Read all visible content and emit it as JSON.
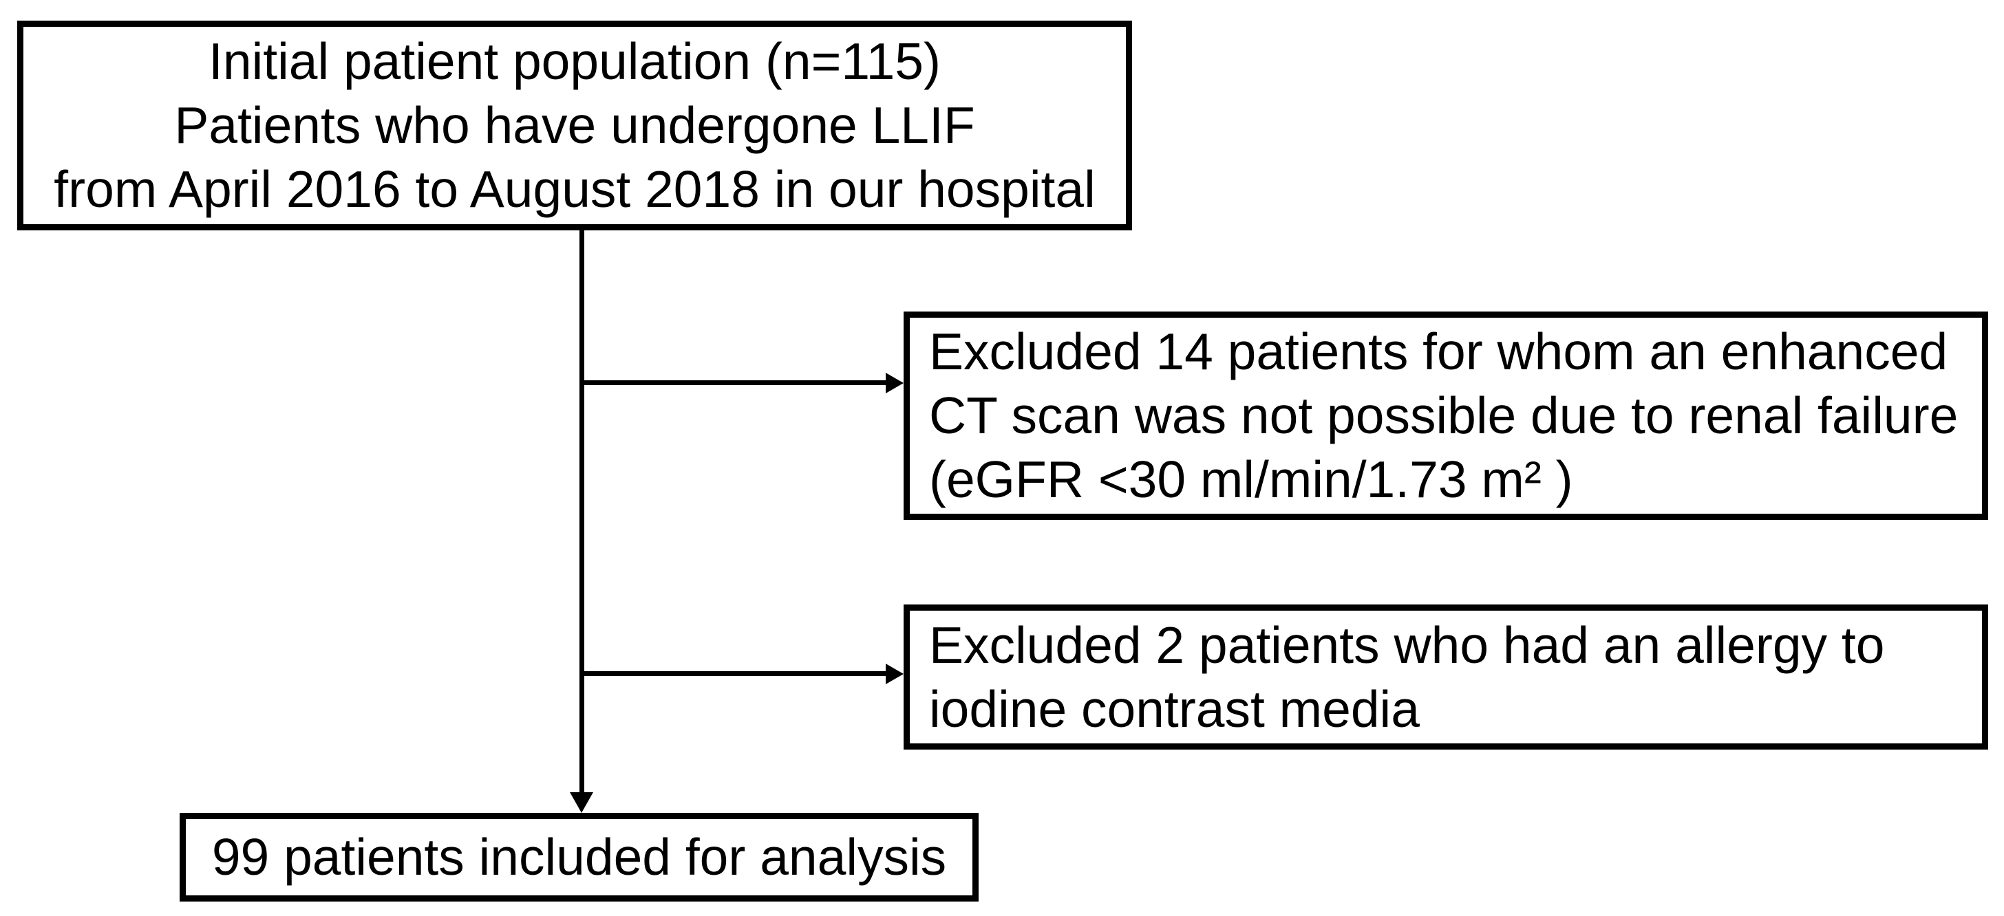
{
  "figure": {
    "type": "flowchart",
    "colors": {
      "background": "#ffffff",
      "border": "#000000",
      "text": "#000000",
      "line": "#000000"
    },
    "boxes": {
      "initial": {
        "lines": [
          "Initial patient population (n=115)",
          "Patients who have undergone LLIF",
          "from April 2016 to August 2018 in our hospital"
        ],
        "n": 115
      },
      "excluded_renal": {
        "lines": [
          "Excluded 14 patients for whom an enhanced",
          "CT scan was not possible due to renal failure",
          "(eGFR <30 ml/min/1.73 m² )"
        ],
        "n_excluded": 14
      },
      "excluded_allergy": {
        "lines": [
          "Excluded 2 patients who had an allergy to",
          "iodine contrast media"
        ],
        "n_excluded": 2
      },
      "included": {
        "lines": [
          "99 patients included for analysis"
        ],
        "n": 99
      }
    },
    "edges": [
      {
        "from": "initial",
        "to": "excluded_renal"
      },
      {
        "from": "initial",
        "to": "excluded_allergy"
      },
      {
        "from": "initial",
        "to": "included"
      }
    ]
  }
}
